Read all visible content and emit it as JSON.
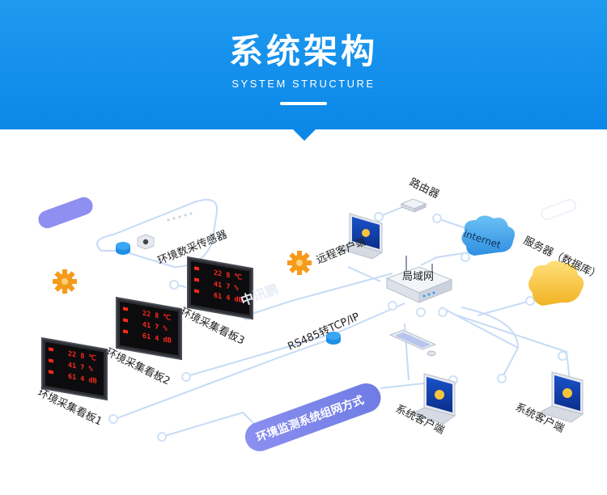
{
  "header": {
    "title": "系统架构",
    "subtitle": "SYSTEM STRUCTURE"
  },
  "labels": {
    "sensor": "环境数采传感器",
    "board1": "环境采集看板1",
    "board2": "环境采集看板2",
    "board3": "环境采集看板3",
    "converter": "RS485转TCP/IP",
    "remote_client": "远程客户端",
    "router": "路由器",
    "internet": "internet",
    "server": "服务器（数据库）",
    "lan": "局域网",
    "client_a": "系统客户端",
    "client_b": "系统客户端",
    "banner": "环境监测系统组网方式",
    "watermark": "中讯鹏"
  },
  "board_readings": {
    "temperature": "22 8 ℃",
    "humidity": "41 7 %",
    "noise": "61 4 dB"
  },
  "colors": {
    "header_blue": "#0b87e8",
    "line_blue": "#b9d3f2",
    "node_blue": "#1f8fe6",
    "banner_purple": "#7c84ea",
    "cloud_blue": "#4aa6ea",
    "cloud_yellow": "#f7c53a",
    "led_red": "#ff2a1a",
    "gear_orange": "#f59a1a"
  }
}
